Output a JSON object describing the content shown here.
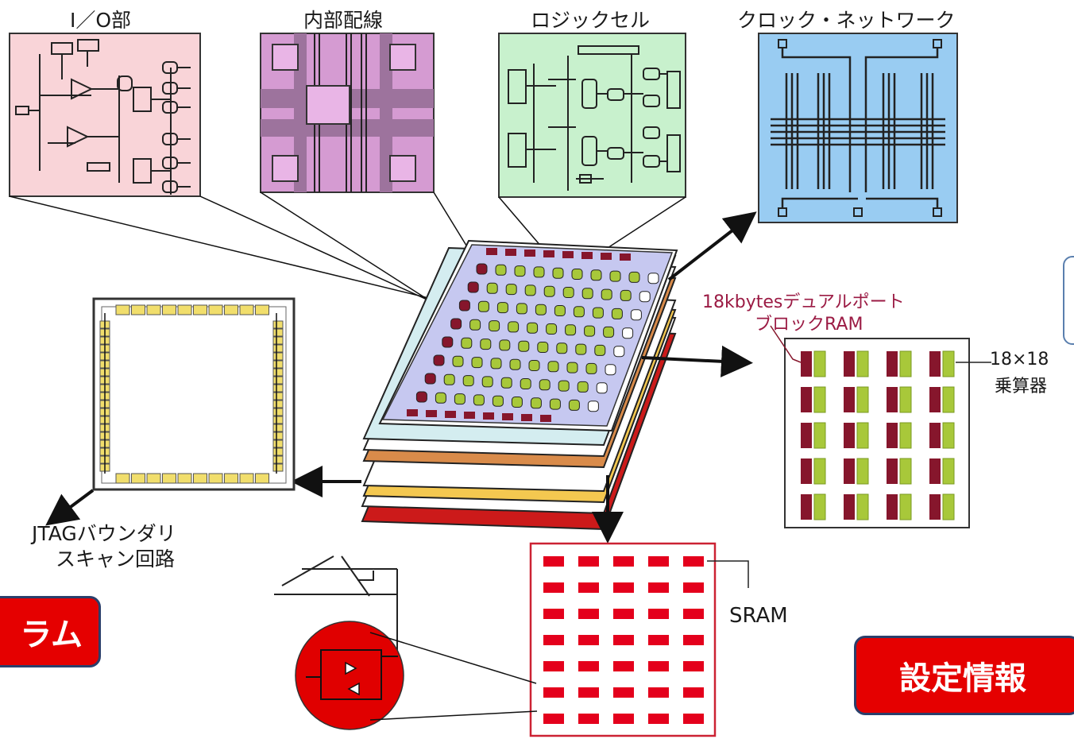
{
  "labels": {
    "io_panel": "I／O部",
    "wiring_panel": "内部配線",
    "logic_panel": "ロジックセル",
    "clock_panel": "クロック・ネットワーク",
    "ram_label_line1": "18kbytesデュアルポート",
    "ram_label_line2": "ブロックRAM",
    "multiplier_line1": "18×18",
    "multiplier_line2": "乗算器",
    "jtag_line1": "JTAGバウンダリ",
    "jtag_line2": "スキャン回路",
    "sram_label": "SRAM"
  },
  "callouts": {
    "left": "ラム",
    "right": "設定情報"
  },
  "colors": {
    "io_bg": "#f9d4d8",
    "wiring_bg": "#d59bd2",
    "logic_bg": "#c8f1cd",
    "clock_bg": "#99ccf2",
    "ram_block": "#86162c",
    "multiplier": "#a8c83a",
    "sram_block": "#e4001c",
    "jtag_cell": "#f1de6c",
    "callout_fill": "#e50000",
    "callout_border": "#2a3f6b"
  }
}
